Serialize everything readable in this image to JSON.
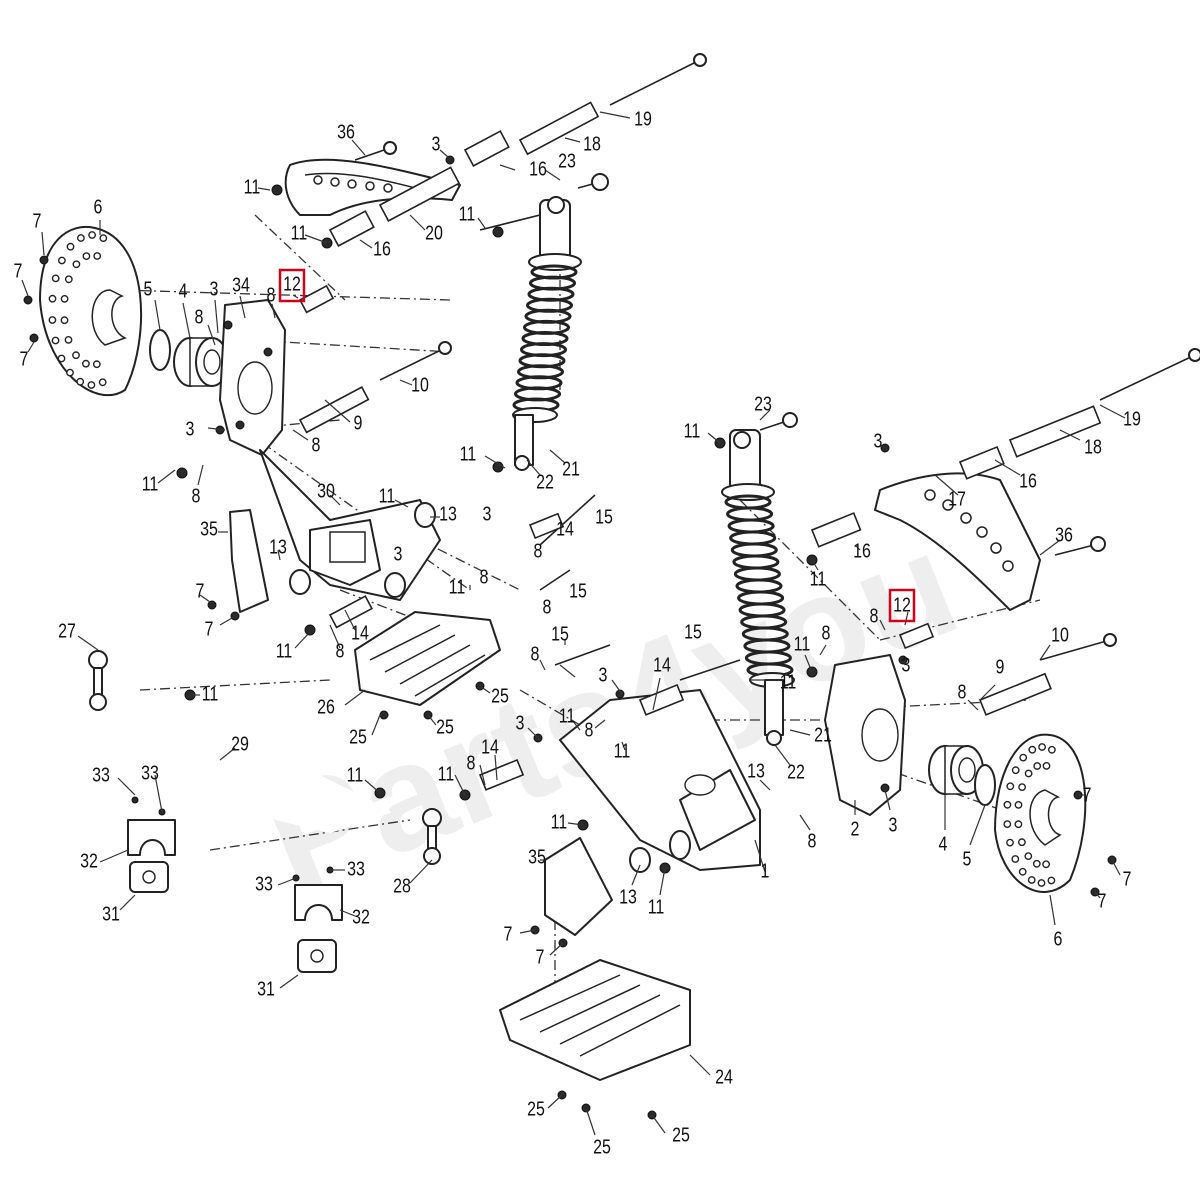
{
  "watermark": "Parts4you",
  "highlight_color": "#d0021b",
  "callouts": {
    "c1": "1",
    "c2": "2",
    "c3": "3",
    "c4": "4",
    "c5": "5",
    "c6": "6",
    "c7": "7",
    "c8": "8",
    "c9": "9",
    "c10": "10",
    "c11": "11",
    "c12": "12",
    "c13": "13",
    "c14": "14",
    "c15": "15",
    "c16": "16",
    "c17": "17",
    "c18": "18",
    "c19": "19",
    "c20": "20",
    "c21": "21",
    "c22": "22",
    "c23": "23",
    "c24": "24",
    "c25": "25",
    "c26": "26",
    "c27": "27",
    "c28": "28",
    "c29": "29",
    "c30": "30",
    "c31": "31",
    "c32": "32",
    "c33": "33",
    "c34": "34",
    "c35": "35",
    "c36": "36"
  }
}
